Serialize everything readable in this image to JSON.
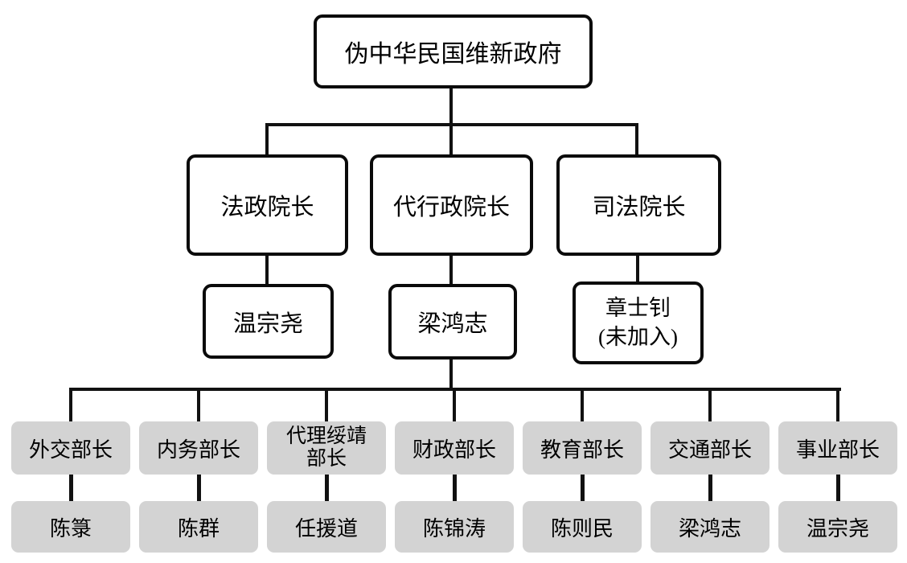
{
  "page": {
    "background": "#ffffff"
  },
  "chart": {
    "type": "org-chart",
    "root": {
      "label": "伪中华民国维新政府"
    },
    "branches": [
      {
        "title": "法政院长",
        "holder": "温宗尧"
      },
      {
        "title": "代行政院长",
        "holder": "梁鸿志"
      },
      {
        "title": "司法院长",
        "holder": "章士钊",
        "holder_note": "(未加入)"
      }
    ],
    "ministries": [
      {
        "title": "外交部长",
        "holder": "陈箓"
      },
      {
        "title": "内务部长",
        "holder": "陈群"
      },
      {
        "title": "代理绥靖部长",
        "holder": "任援道"
      },
      {
        "title": "财政部长",
        "holder": "陈锦涛"
      },
      {
        "title": "教育部长",
        "holder": "陈则民"
      },
      {
        "title": "交通部长",
        "holder": "梁鸿志"
      },
      {
        "title": "事业部长",
        "holder": "温宗尧"
      }
    ],
    "colors": {
      "node_fill_white": "#ffffff",
      "node_border": "#000000",
      "node_fill_gray": "#d3d3d3",
      "connector": "#111111",
      "text": "#000000"
    }
  }
}
